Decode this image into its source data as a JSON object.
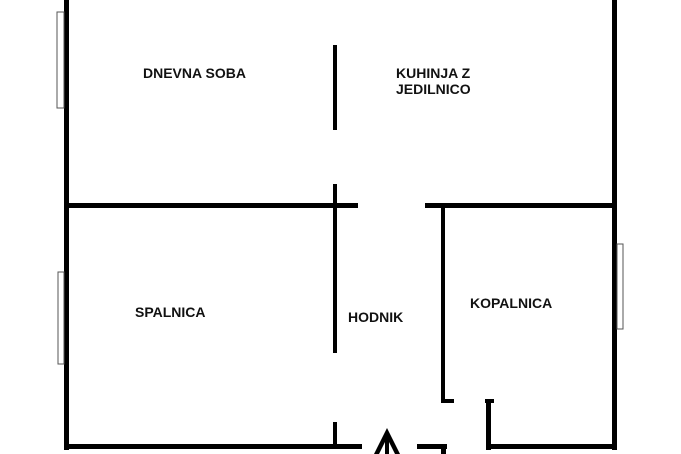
{
  "floor_plan": {
    "rooms": [
      {
        "id": "dnevna-soba",
        "lines": [
          "DNEVNA SOBA"
        ]
      },
      {
        "id": "kuhinja",
        "lines": [
          "KUHINJA Z",
          "JEDILNICO"
        ]
      },
      {
        "id": "spalnica",
        "lines": [
          "SPALNICA"
        ]
      },
      {
        "id": "hodnik",
        "lines": [
          "HODNIK"
        ]
      },
      {
        "id": "kopalnica",
        "lines": [
          "KOPALNICA"
        ]
      }
    ],
    "colors": {
      "wall": "#000000",
      "background": "#ffffff",
      "label": "#111111"
    },
    "icons": {
      "entrance": "arrow-up-icon",
      "window": "window-icon"
    }
  }
}
